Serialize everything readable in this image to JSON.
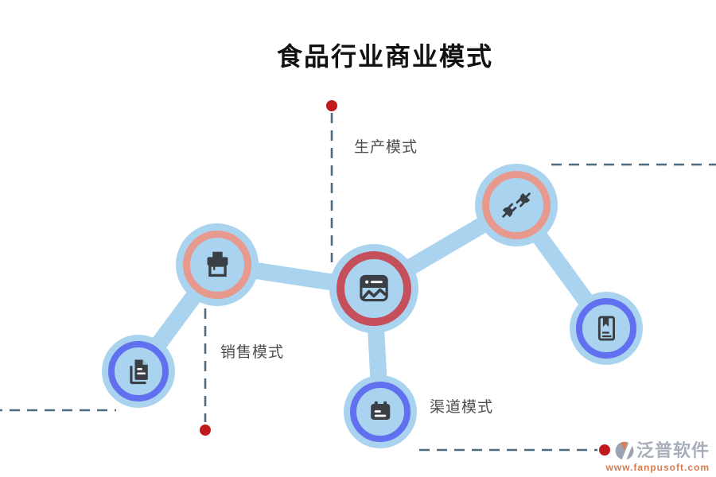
{
  "title": "食品行业商业模式",
  "diagram": {
    "labels": {
      "production": "生产模式",
      "sales": "销售模式",
      "channel": "渠道模式"
    },
    "nodes": [
      {
        "id": "sales-hub",
        "icon": "printer-icon",
        "ring_color": "#e8998e"
      },
      {
        "id": "core-hub",
        "icon": "media-card-icon",
        "ring_color": "#c54f5b"
      },
      {
        "id": "production-hub",
        "icon": "plug-icon",
        "ring_color": "#e8998e"
      },
      {
        "id": "documents-node",
        "icon": "documents-icon",
        "ring_color": "#6170ef"
      },
      {
        "id": "channel-node",
        "icon": "calendar-icon",
        "ring_color": "#6170ef"
      },
      {
        "id": "book-node",
        "icon": "book-icon",
        "ring_color": "#6170ef"
      }
    ],
    "colors": {
      "connector": "#a9d3ee",
      "node_fill": "#a9d3ee",
      "icon": "#3a3f45",
      "dashed_line": "#4e6b80",
      "marker_dot": "#c11a1e",
      "label_text": "#4d4d4d",
      "ring_salmon": "#e8998e",
      "ring_red": "#c54f5b",
      "ring_blue": "#6170ef"
    }
  },
  "watermark": {
    "name": "泛普软件",
    "url": "www.fanpusoft.com",
    "name_color": "#a8aeba",
    "url_color": "#d97a4a"
  }
}
